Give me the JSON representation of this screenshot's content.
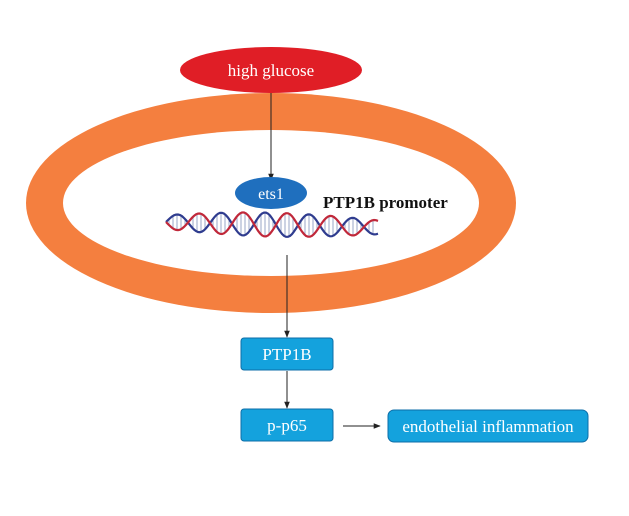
{
  "diagram": {
    "stimulus": {
      "label": "high glucose",
      "color": "#e01e26",
      "text_color": "#ffffff"
    },
    "cell": {
      "ring_color": "#f47f3f",
      "inner_color": "#ffffff"
    },
    "factor": {
      "label": "ets1",
      "color": "#1f6fbe",
      "text_color": "#ffffff"
    },
    "promoter": {
      "label": "PTP1B promoter",
      "strand_color_a": "#c0283a",
      "strand_color_b": "#2f3c8f",
      "rung_color": "#9aa7c7"
    },
    "nodes": [
      {
        "id": "ptp1b",
        "label": "PTP1B"
      },
      {
        "id": "p-p65",
        "label": "p-p65"
      },
      {
        "id": "endothelial-inflammation",
        "label": "endothelial inflammation"
      }
    ],
    "node_style": {
      "fill": "#14a2dd",
      "stroke": "#0d6ea8",
      "text_color": "#ffffff"
    },
    "arrow_color": "#222222"
  }
}
